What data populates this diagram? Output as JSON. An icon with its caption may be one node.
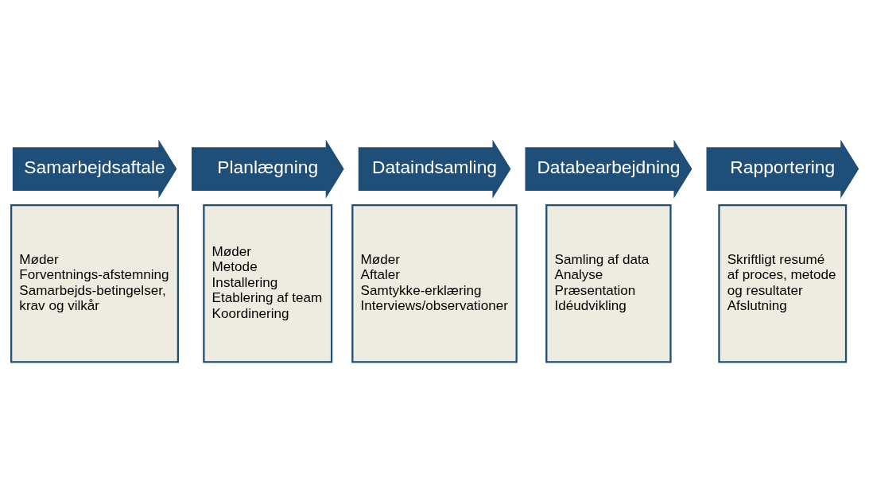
{
  "diagram": {
    "nodes": [
      {
        "text": [
          "Samarbejdsaftale"
        ]
      },
      {
        "text": [
          "Møder",
          "Forventnings-afstemning",
          "Samarbejds-betingelser, krav og vilkår"
        ]
      },
      {
        "text": [
          "Planlægning"
        ]
      },
      {
        "text": [
          "Møder",
          "Metode",
          "Installering",
          "Etablering af team",
          "Koordinering"
        ]
      },
      {
        "text": [
          "Dataindsamling"
        ]
      },
      {
        "text": [
          "Møder",
          "Aftaler",
          "Samtykke-erklæring",
          "Interviews/observationer"
        ]
      },
      {
        "text": [
          "Databearbejdning"
        ]
      },
      {
        "text": [
          "Samling af data",
          "Analyse",
          "Præsentation",
          "Idéudvikling"
        ]
      },
      {
        "text": [
          "Rapportering"
        ]
      },
      {
        "text": [
          "Skriftligt resumé af proces, metode og resultater",
          "Afslutning"
        ]
      }
    ]
  }
}
